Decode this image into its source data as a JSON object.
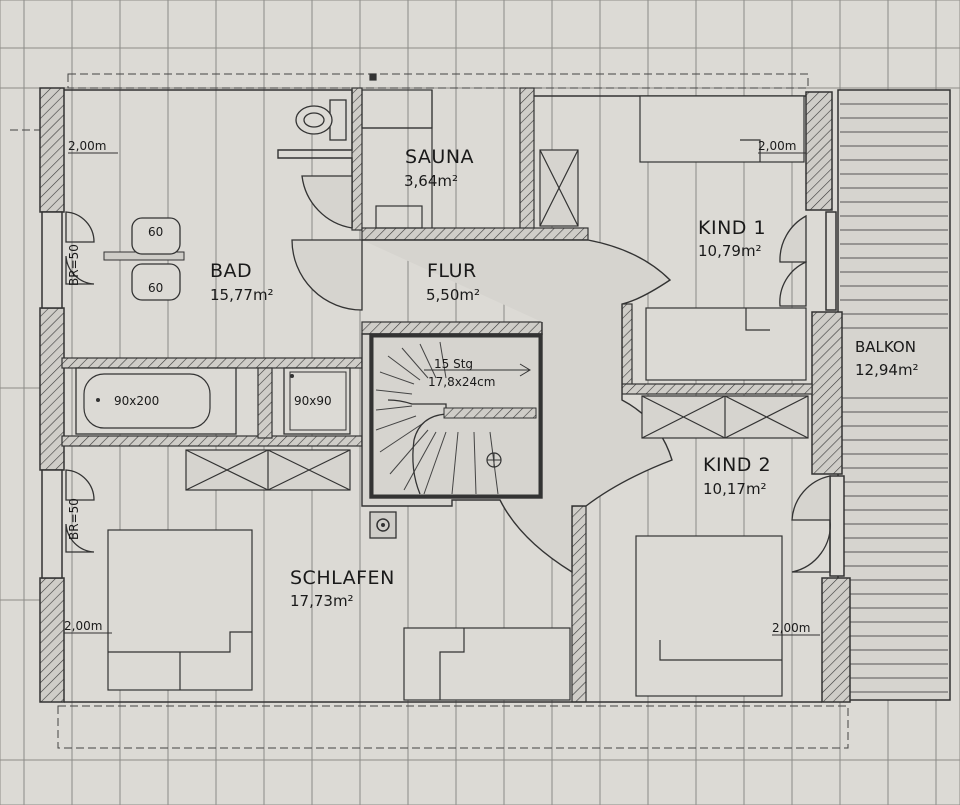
{
  "colors": {
    "paper": "#dcdad5",
    "line": "#2a2a2a",
    "wall": "#3a3a3a"
  },
  "rooms": {
    "sauna": {
      "name": "SAUNA",
      "area": "3,64m²"
    },
    "bad": {
      "name": "BAD",
      "area": "15,77m²"
    },
    "flur": {
      "name": "FLUR",
      "area": "5,50m²"
    },
    "kind1": {
      "name": "KIND 1",
      "area": "10,79m²"
    },
    "kind2": {
      "name": "KIND 2",
      "area": "10,17m²"
    },
    "schlafen": {
      "name": "SCHLAFEN",
      "area": "17,73m²"
    },
    "balkon": {
      "name": "BALKON",
      "area": "12,94m²"
    }
  },
  "stairs": {
    "steps": "15 Stg",
    "dims": "17,8x24cm"
  },
  "fixtures": {
    "sink": "60",
    "bathtub": "90x200",
    "shower": "90x90"
  },
  "dimensions": {
    "height": "2,00m",
    "parapet": "BR=50"
  },
  "icons": [
    "toilet-icon",
    "sink-icon",
    "bathtub-icon",
    "shower-icon",
    "door-swing-icon",
    "chimney-icon"
  ]
}
